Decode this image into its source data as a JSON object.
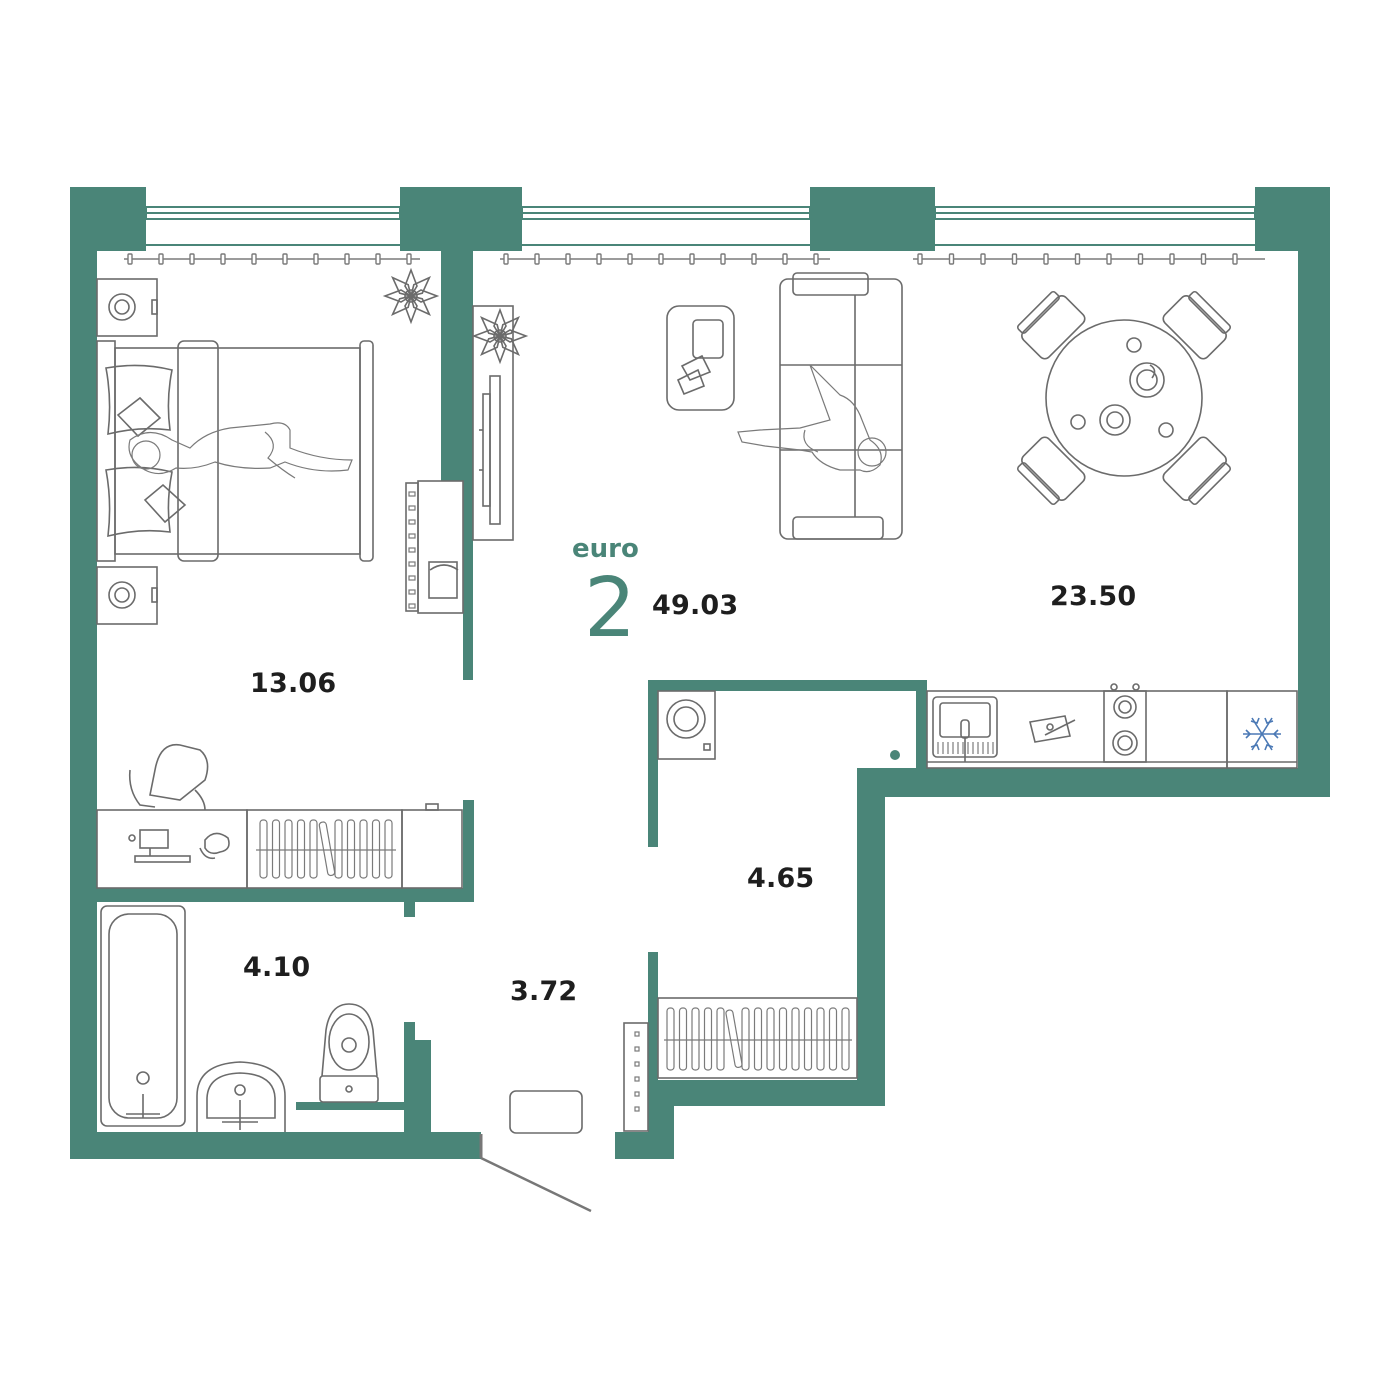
{
  "plan": {
    "apartment_type": "euro",
    "rooms": "2",
    "total_area": "49.03",
    "rooms_areas": [
      {
        "id": "bedroom",
        "area": "13.06"
      },
      {
        "id": "living-kitchen",
        "area": "23.50"
      },
      {
        "id": "bathroom",
        "area": "4.10"
      },
      {
        "id": "hallway",
        "area": "3.72"
      },
      {
        "id": "storage",
        "area": "4.65"
      }
    ]
  },
  "colors": {
    "wall": "#4a8578",
    "furniture_line": "#6b6b6b",
    "freezer_icon": "#4b79b5"
  },
  "icons": [
    "snowflake-icon",
    "plant-icon",
    "washing-machine-icon",
    "stove-icon",
    "sink-icon",
    "toilet-icon",
    "bathtub-icon"
  ]
}
